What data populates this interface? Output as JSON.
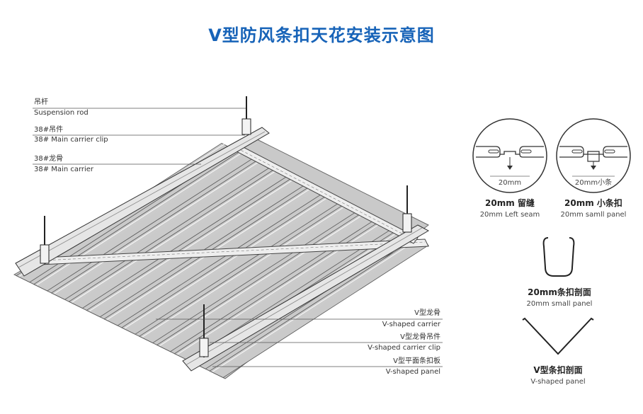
{
  "title": "V型防风条扣天花安装示意图",
  "left_labels": [
    {
      "cn": "吊杆",
      "en": "Suspension rod"
    },
    {
      "cn": "38#吊件",
      "en": "38#  Main carrier clip"
    },
    {
      "cn": "38#龙骨",
      "en": "38# Main carrier"
    }
  ],
  "right_labels": [
    {
      "cn": "V型龙骨",
      "en": "V-shaped carrier"
    },
    {
      "cn": "V型龙骨吊件",
      "en": "V-shaped carrier clip"
    },
    {
      "cn": "V型平面条扣板",
      "en": "V-shaped panel"
    }
  ],
  "details": {
    "seam": {
      "tag": "20mm",
      "cn": "20mm  留缝",
      "en": "20mm Left seam"
    },
    "small_panel": {
      "tag": "20mm小条",
      "cn": "20mm  小条扣",
      "en": "20mm samll panel"
    },
    "small_section": {
      "cn": "20mm条扣剖面",
      "en": "20mm small panel"
    },
    "v_section": {
      "cn": "V型条扣剖面",
      "en": "V-shaped panel"
    }
  }
}
